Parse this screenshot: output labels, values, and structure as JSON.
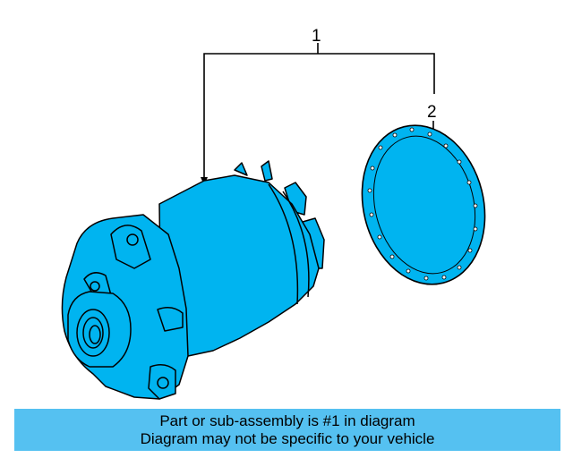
{
  "callouts": {
    "part_1": "1",
    "part_2": "2"
  },
  "banner": {
    "line1": "Part or sub-assembly is #1 in diagram",
    "line2": "Diagram may not be specific to your vehicle"
  },
  "colors": {
    "part_fill": "#00b4f0",
    "banner_bg": "#55c1f1",
    "line": "#000000"
  },
  "parts": [
    {
      "callout": "1",
      "icon": "water-pump-assembly"
    },
    {
      "callout": "2",
      "icon": "gasket"
    }
  ]
}
